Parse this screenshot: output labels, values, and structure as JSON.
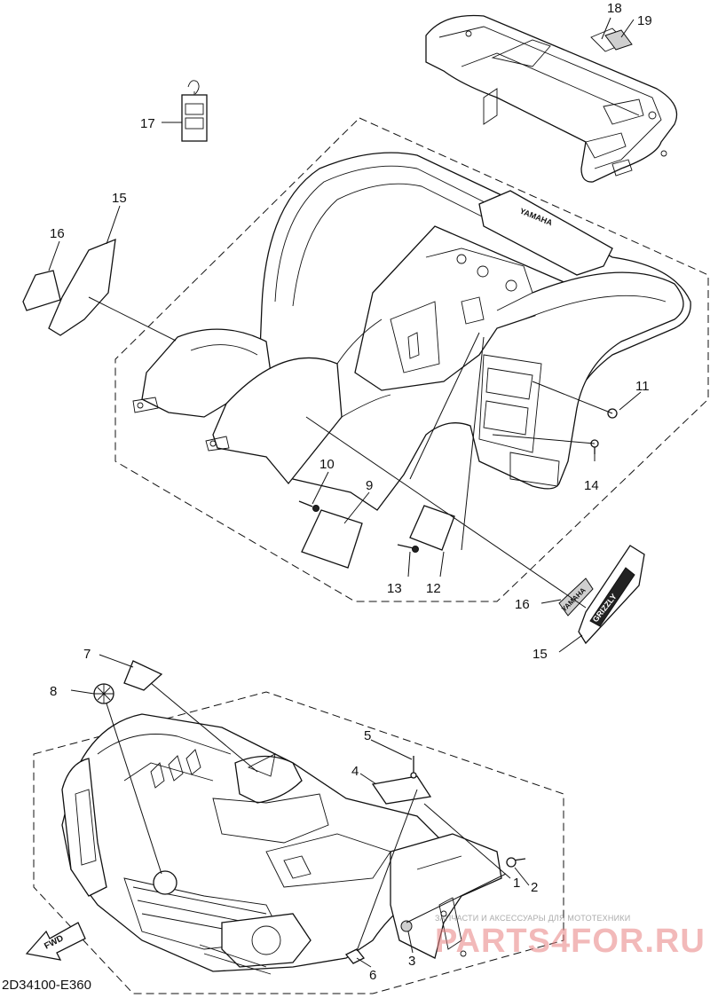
{
  "diagram": {
    "code": "2D34100-E360",
    "fwd_label": "FWD",
    "callouts": {
      "c1": "1",
      "c2": "2",
      "c3": "3",
      "c4": "4",
      "c5": "5",
      "c6": "6",
      "c7": "7",
      "c8": "8",
      "c9": "9",
      "c10": "10",
      "c11": "11",
      "c12": "12",
      "c13": "13",
      "c14": "14",
      "c15a": "15",
      "c15b": "15",
      "c16a": "16",
      "c16b": "16",
      "c17": "17",
      "c18": "18",
      "c19": "19"
    },
    "decal_text": {
      "rear_fender_brand": "YAMAHA",
      "decal_16_brand": "YAMAHA",
      "decal_15_model": "GRIZZLY"
    }
  },
  "watermark": {
    "tagline": "ЗАПЧАСТИ И АКСЕССУАРЫ ДЛЯ МОТОТЕХНИКИ",
    "logo": "PARTS4FOR.RU"
  }
}
